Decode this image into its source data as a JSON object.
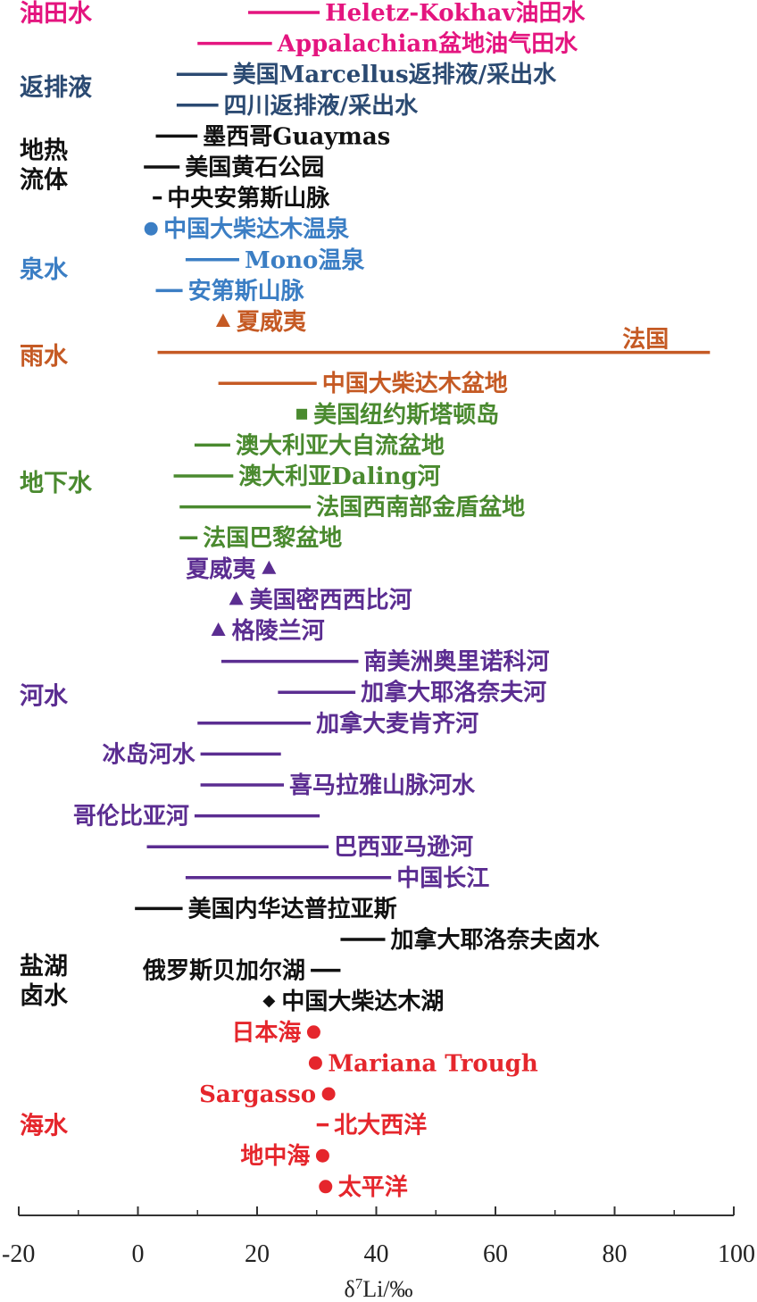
{
  "chart_data": {
    "type": "range",
    "xlim": [
      -20,
      100
    ],
    "xticks": [
      "-20",
      "0",
      "20",
      "40",
      "60",
      "80",
      "100"
    ],
    "xlabel_base": "δ",
    "xlabel_sup": "7",
    "xlabel_rest": "Li/‰",
    "groups": [
      {
        "label": "油田水",
        "color": "#e4157f",
        "label_rows": [
          0
        ]
      },
      {
        "label": "返排液",
        "color": "#2b4a72",
        "label_rows": [
          2.4
        ]
      },
      {
        "label": "地热",
        "label2": "流体",
        "color": "#111111",
        "label_rows": [
          4.9
        ]
      },
      {
        "label": "泉水",
        "color": "#3b7ec4",
        "label_rows": [
          8.3
        ]
      },
      {
        "label": "雨水",
        "color": "#c55a24",
        "label_rows": [
          11.1
        ]
      },
      {
        "label": "地下水",
        "color": "#4a8a2f",
        "label_rows": [
          15.2
        ]
      },
      {
        "label": "河水",
        "color": "#5b2d91",
        "label_rows": [
          22.1
        ]
      },
      {
        "label": "盐湖",
        "label2": "卤水",
        "color": "#111111",
        "label_rows": [
          31.3
        ]
      },
      {
        "label": "海水",
        "color": "#e5262c",
        "label_rows": [
          36.0
        ]
      }
    ],
    "items": [
      {
        "name": "Heletz-Kokhav油田水",
        "group": 0,
        "min": 18.5,
        "max": 30.5,
        "marker": "line",
        "label_side": "right"
      },
      {
        "name": "Appalachian盆地油气田水",
        "group": 0,
        "min": 10,
        "max": 22.5,
        "marker": "line",
        "label_side": "right"
      },
      {
        "name": "美国Marcellus返排液/采出水",
        "group": 1,
        "min": 6.5,
        "max": 15,
        "marker": "line",
        "label_side": "right"
      },
      {
        "name": "四川返排液/采出水",
        "group": 1,
        "min": 6.5,
        "max": 13.5,
        "marker": "line",
        "label_side": "right"
      },
      {
        "name": "墨西哥Guaymas",
        "group": 2,
        "min": 3,
        "max": 10,
        "marker": "line",
        "label_side": "right"
      },
      {
        "name": "美国黄石公园",
        "group": 2,
        "min": 1,
        "max": 7,
        "marker": "line",
        "label_side": "right"
      },
      {
        "name": "中央安第斯山脉",
        "group": 2,
        "min": 2.5,
        "max": 4,
        "marker": "line",
        "label_side": "right"
      },
      {
        "name": "中国大柴达木温泉",
        "group": 3,
        "min": 2.2,
        "max": 2.2,
        "marker": "circle",
        "label_side": "right"
      },
      {
        "name": "Mono温泉",
        "group": 3,
        "min": 8,
        "max": 17,
        "marker": "line",
        "label_side": "right"
      },
      {
        "name": "安第斯山脉",
        "group": 3,
        "min": 3,
        "max": 7.5,
        "marker": "line",
        "label_side": "right"
      },
      {
        "name": "夏威夷",
        "group": 4,
        "min": 14.3,
        "max": 14.3,
        "marker": "triangle",
        "label_side": "right"
      },
      {
        "name": "法国",
        "group": 4,
        "min": 3.3,
        "max": 96,
        "marker": "line",
        "label_side": "top"
      },
      {
        "name": "中国大柴达木盆地",
        "group": 4,
        "min": 13.5,
        "max": 30,
        "marker": "line",
        "label_side": "right"
      },
      {
        "name": "美国纽约斯塔顿岛",
        "group": 5,
        "min": 27.5,
        "max": 27.5,
        "marker": "square",
        "label_side": "right"
      },
      {
        "name": "澳大利亚大自流盆地",
        "group": 5,
        "min": 9.5,
        "max": 15.5,
        "marker": "line",
        "label_side": "right"
      },
      {
        "name": "澳大利亚Daling河",
        "group": 5,
        "min": 6,
        "max": 16,
        "marker": "line",
        "label_side": "right"
      },
      {
        "name": "法国西南部金盾盆地",
        "group": 5,
        "min": 7,
        "max": 29,
        "marker": "line",
        "label_side": "right"
      },
      {
        "name": "法国巴黎盆地",
        "group": 5,
        "min": 7,
        "max": 10,
        "marker": "line",
        "label_side": "right"
      },
      {
        "name": "夏威夷",
        "group": 6,
        "min": 22,
        "max": 22,
        "marker": "triangle",
        "label_side": "left"
      },
      {
        "name": "美国密西西比河",
        "group": 6,
        "min": 16.5,
        "max": 16.5,
        "marker": "triangle",
        "label_side": "right"
      },
      {
        "name": "格陵兰河",
        "group": 6,
        "min": 13.5,
        "max": 13.5,
        "marker": "triangle",
        "label_side": "right"
      },
      {
        "name": "南美洲奥里诺科河",
        "group": 6,
        "min": 14,
        "max": 37,
        "marker": "line",
        "label_side": "right"
      },
      {
        "name": "加拿大耶洛奈夫河",
        "group": 6,
        "min": 23.5,
        "max": 36.5,
        "marker": "line",
        "label_side": "right"
      },
      {
        "name": "加拿大麦肯齐河",
        "group": 6,
        "min": 10,
        "max": 29,
        "marker": "line",
        "label_side": "right"
      },
      {
        "name": "冰岛河水",
        "group": 6,
        "min": 10.5,
        "max": 24,
        "marker": "line",
        "label_side": "left"
      },
      {
        "name": "喜马拉雅山脉河水",
        "group": 6,
        "min": 10.5,
        "max": 24.5,
        "marker": "line",
        "label_side": "right"
      },
      {
        "name": "哥伦比亚河",
        "group": 6,
        "min": 9.5,
        "max": 30.5,
        "marker": "line",
        "label_side": "left"
      },
      {
        "name": "巴西亚马逊河",
        "group": 6,
        "min": 1.5,
        "max": 32,
        "marker": "line",
        "label_side": "right"
      },
      {
        "name": "中国长江",
        "group": 6,
        "min": 8,
        "max": 42.5,
        "marker": "line",
        "label_side": "right"
      },
      {
        "name": "美国内华达普拉亚斯",
        "group": 7,
        "min": -0.5,
        "max": 7.5,
        "marker": "line",
        "label_side": "right"
      },
      {
        "name": "加拿大耶洛奈夫卤水",
        "group": 7,
        "min": 34,
        "max": 41.5,
        "marker": "line",
        "label_side": "right"
      },
      {
        "name": "俄罗斯贝加尔湖",
        "group": 7,
        "min": 29,
        "max": 34,
        "marker": "line",
        "label_side": "left"
      },
      {
        "name": "中国大柴达木湖",
        "group": 7,
        "min": 22,
        "max": 22,
        "marker": "diamond",
        "label_side": "right"
      },
      {
        "name": "日本海",
        "group": 8,
        "min": 29.5,
        "max": 29.5,
        "marker": "circle",
        "label_side": "left"
      },
      {
        "name": "Mariana Trough",
        "group": 8,
        "min": 29.8,
        "max": 29.8,
        "marker": "circle",
        "label_side": "right"
      },
      {
        "name": "Sargasso",
        "group": 8,
        "min": 32,
        "max": 32,
        "marker": "circle",
        "label_side": "left"
      },
      {
        "name": "北大西洋",
        "group": 8,
        "min": 30,
        "max": 32,
        "marker": "line",
        "label_side": "right"
      },
      {
        "name": "地中海",
        "group": 8,
        "min": 31,
        "max": 31,
        "marker": "circle",
        "label_side": "left"
      },
      {
        "name": "太平洋",
        "group": 8,
        "min": 31.5,
        "max": 31.5,
        "marker": "circle",
        "label_side": "right"
      }
    ]
  }
}
